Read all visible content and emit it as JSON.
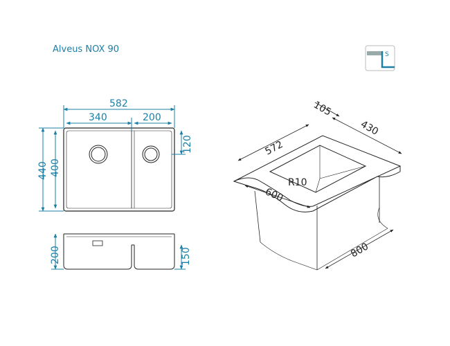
{
  "title": "Alveus NOX 90",
  "icon": {
    "label": "S",
    "name": "undermount-sink-icon",
    "color": "#1b7fa6"
  },
  "colors": {
    "dimension": "#1b7fa6",
    "outline": "#222222"
  },
  "top_view": {
    "overall_width": "582",
    "large_bowl_width": "340",
    "small_bowl_width": "200",
    "overall_depth": "440",
    "bowl_depth": "400",
    "small_bowl_offset": "120"
  },
  "side_view": {
    "large_bowl_height": "200",
    "small_bowl_height": "150"
  },
  "iso_view": {
    "depth_530": "105",
    "side": "430",
    "inner_width": "572",
    "radius": "R10",
    "cabinet_width": "600",
    "cabinet_depth": "800"
  }
}
